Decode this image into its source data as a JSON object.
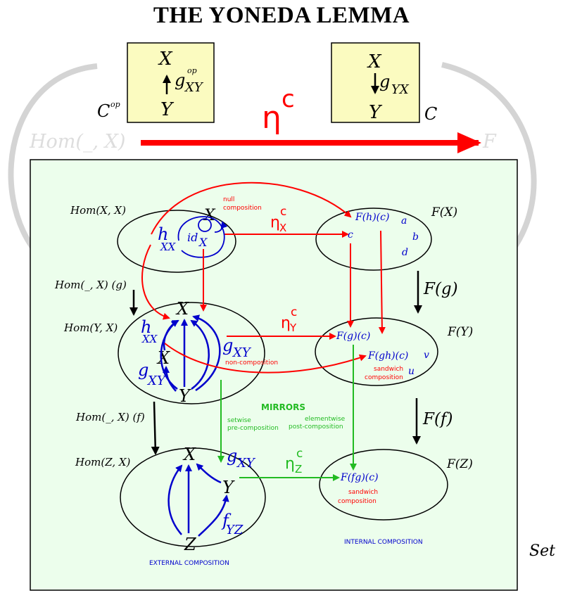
{
  "title": "THE YONEDA LEMMA",
  "colors": {
    "panel": "#ecfeec",
    "box": "#fbfbc0",
    "red": "#ff0000",
    "blue": "#0000cc",
    "green": "#22bb22",
    "gray": "#d4d4d4"
  },
  "categories": {
    "cop_label": "C",
    "cop_sup": "op",
    "c_label": "C",
    "set_label": "Set"
  },
  "box_left": {
    "top": "X",
    "arrow": "g",
    "arrow_sub": "XY",
    "arrow_sup": "op",
    "bottom": "Y"
  },
  "box_right": {
    "top": "X",
    "arrow": "g",
    "arrow_sub": "YX",
    "bottom": "Y"
  },
  "functors": {
    "hom_x": "Hom(_, X)",
    "f": "F",
    "eta": "η",
    "eta_sup": "c"
  },
  "left_sets": {
    "hom_xx": "Hom(X, X)",
    "hom_yx": "Hom(Y, X)",
    "hom_zx": "Hom(Z, X)",
    "map_g": "Hom(_, X) (g)",
    "map_f": "Hom(_, X) (f)"
  },
  "right_sets": {
    "fx": "F(X)",
    "fy": "F(Y)",
    "fz": "F(Z)",
    "map_fg": "F(g)",
    "map_ff": "F(f)"
  },
  "components": {
    "eta": "η",
    "sup": "c",
    "sub_x": "X",
    "sub_y": "Y",
    "sub_z": "Z"
  },
  "top_set": {
    "x": "X",
    "h": "h",
    "h_sub": "XX",
    "id": "id",
    "id_sub": "X",
    "fhc": "F(h)(c)",
    "c": "c",
    "a": "a",
    "b": "b",
    "d": "d"
  },
  "mid_set": {
    "x_top": "X",
    "h": "h",
    "h_sub": "XX",
    "x_mid": "X",
    "g": "g",
    "g_sub": "XY",
    "g2": "g",
    "g2_sub": "XY",
    "y": "Y",
    "fgc": "F(g)(c)",
    "fghc": "F(gh)(c)",
    "v": "v",
    "u": "u"
  },
  "bot_set": {
    "x": "X",
    "g": "g",
    "g_sub": "XY",
    "y": "Y",
    "f": "f",
    "f_sub": "YZ",
    "z": "Z",
    "ffgc": "F(fg)(c)"
  },
  "annotations": {
    "null_comp_1": "null",
    "null_comp_2": "composition",
    "non_comp": "non-composition",
    "sandwich_1": "sandwich",
    "sandwich_2": "composition",
    "sandwich_3": "sandwich",
    "sandwich_4": "composition",
    "mirrors": "MIRRORS",
    "setwise_1": "setwise",
    "setwise_2": "pre-composition",
    "elementwise_1": "elementwise",
    "elementwise_2": "post-composition",
    "internal": "INTERNAL COMPOSITION",
    "external": "EXTERNAL COMPOSITION"
  }
}
